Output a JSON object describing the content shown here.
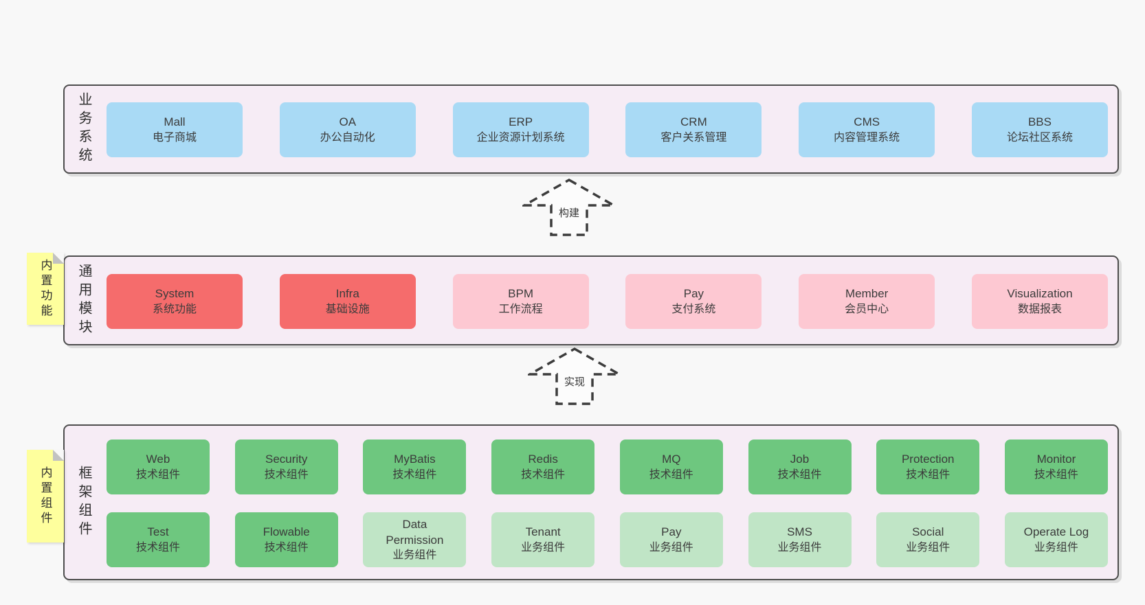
{
  "diagram": {
    "arrows": [
      {
        "label": "构建"
      },
      {
        "label": "实现"
      }
    ],
    "layers": [
      {
        "label": "业务系统",
        "sticky": null,
        "rows": [
          [
            {
              "name": "Mall",
              "desc": "电子商城",
              "variant": "blue"
            },
            {
              "name": "OA",
              "desc": "办公自动化",
              "variant": "blue"
            },
            {
              "name": "ERP",
              "desc": "企业资源计划系统",
              "variant": "blue"
            },
            {
              "name": "CRM",
              "desc": "客户关系管理",
              "variant": "blue"
            },
            {
              "name": "CMS",
              "desc": "内容管理系统",
              "variant": "blue"
            },
            {
              "name": "BBS",
              "desc": "论坛社区系统",
              "variant": "blue"
            }
          ]
        ]
      },
      {
        "label": "通用模块",
        "sticky": "内置功能",
        "rows": [
          [
            {
              "name": "System",
              "desc": "系统功能",
              "variant": "red"
            },
            {
              "name": "Infra",
              "desc": "基础设施",
              "variant": "red"
            },
            {
              "name": "BPM",
              "desc": "工作流程",
              "variant": "pink"
            },
            {
              "name": "Pay",
              "desc": "支付系统",
              "variant": "pink"
            },
            {
              "name": "Member",
              "desc": "会员中心",
              "variant": "pink"
            },
            {
              "name": "Visualization",
              "desc": "数据报表",
              "variant": "pink"
            }
          ]
        ]
      },
      {
        "label": "框架组件",
        "sticky": "内置组件",
        "rows": [
          [
            {
              "name": "Web",
              "desc": "技术组件",
              "variant": "green"
            },
            {
              "name": "Security",
              "desc": "技术组件",
              "variant": "green"
            },
            {
              "name": "MyBatis",
              "desc": "技术组件",
              "variant": "green"
            },
            {
              "name": "Redis",
              "desc": "技术组件",
              "variant": "green"
            },
            {
              "name": "MQ",
              "desc": "技术组件",
              "variant": "green"
            },
            {
              "name": "Job",
              "desc": "技术组件",
              "variant": "green"
            },
            {
              "name": "Protection",
              "desc": "技术组件",
              "variant": "green"
            },
            {
              "name": "Monitor",
              "desc": "技术组件",
              "variant": "green"
            }
          ],
          [
            {
              "name": "Test",
              "desc": "技术组件",
              "variant": "green"
            },
            {
              "name": "Flowable",
              "desc": "技术组件",
              "variant": "green"
            },
            {
              "name": "Data Permission",
              "desc": "业务组件",
              "variant": "lightgreen"
            },
            {
              "name": "Tenant",
              "desc": "业务组件",
              "variant": "lightgreen"
            },
            {
              "name": "Pay",
              "desc": "业务组件",
              "variant": "lightgreen"
            },
            {
              "name": "SMS",
              "desc": "业务组件",
              "variant": "lightgreen"
            },
            {
              "name": "Social",
              "desc": "业务组件",
              "variant": "lightgreen"
            },
            {
              "name": "Operate Log",
              "desc": "业务组件",
              "variant": "lightgreen"
            }
          ]
        ]
      }
    ],
    "colors": {
      "page_background": "#f8f8f8",
      "layer_background": "#f6ecf5",
      "layer_border": "#4d4d4d",
      "blue_box": "#a9daf5",
      "red_box": "#f56c6c",
      "pink_box": "#fdc8d2",
      "green_box": "#6ec77f",
      "light_green_box": "#c0e5c6",
      "sticky_note": "#feff9d",
      "text": "#3b3b3b"
    }
  }
}
